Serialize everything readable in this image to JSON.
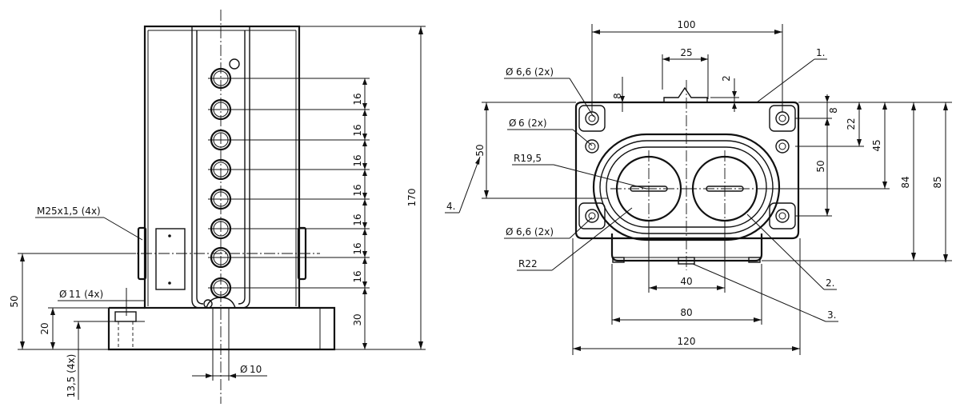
{
  "side_view": {
    "dim_height_total": "170",
    "dim_pitch": "16",
    "dim_base_top": "30",
    "dim_entry_height": "50",
    "dim_base_height": "20",
    "label_thread": "M25x1,5 (4x)",
    "label_hole_11": "11 (4x)",
    "label_hole_13": "13,5 (4x)",
    "label_hole_10": "10"
  },
  "top_view": {
    "dim_width_100": "100",
    "dim_spacing_25": "25",
    "dim_small_2": "2",
    "dim_small_8_left": "8",
    "dim_small_8_right": "8",
    "dim_22": "22",
    "dim_45": "45",
    "dim_50_right": "50",
    "dim_84": "84",
    "dim_85": "85",
    "dim_50_left": "50",
    "dim_40": "40",
    "dim_80": "80",
    "dim_120": "120",
    "label_hole_66_top": "6,6 (2x)",
    "label_hole_6": "6 (2x)",
    "label_hole_66_bottom": "6,6 (2x)",
    "label_r195": "R19,5",
    "label_r22": "R22",
    "callout_1": "1.",
    "callout_2": "2.",
    "callout_3": "3.",
    "callout_4": "4."
  },
  "symbols": {
    "diameter": "Ø"
  }
}
